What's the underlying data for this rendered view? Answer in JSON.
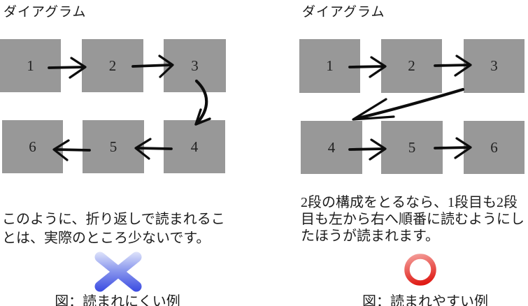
{
  "left_panel": {
    "title": "ダイアグラム",
    "boxes_top": [
      "1",
      "2",
      "3"
    ],
    "boxes_bottom": [
      "6",
      "5",
      "4"
    ],
    "reading_order": "snake (top row left-to-right, bottom row right-to-left)",
    "caption_lines": [
      "このように、折り返しで読まれるこ",
      "とは、実際のところ少ないです。"
    ],
    "figure_label": "図：読まれにくい例",
    "mark": "cross"
  },
  "right_panel": {
    "title": "ダイアグラム",
    "boxes_top": [
      "1",
      "2",
      "3"
    ],
    "boxes_bottom": [
      "4",
      "5",
      "6"
    ],
    "reading_order": "both rows left-to-right",
    "caption_lines": [
      "2段の構成をとるなら、1段目も2段",
      "目も左から右へ順番に読むようにし",
      "たほうが読まれます。"
    ],
    "figure_label": "図：読まれやすい例",
    "mark": "circle"
  },
  "colors": {
    "box_fill": "#989898",
    "arrow": "#0d0d0d",
    "text": "#1c1c1c",
    "cross_gradient_top": "#e9edfc",
    "cross_gradient_bottom": "#3142e0",
    "circle_gradient_top": "#f7b0ac",
    "circle_gradient_bottom": "#df1812"
  }
}
